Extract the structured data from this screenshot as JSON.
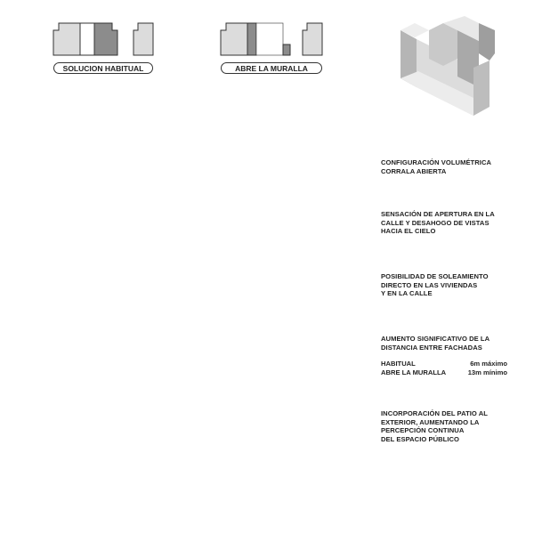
{
  "labels": {
    "habitual_pill": "SOLUCION HABITUAL",
    "muralla_pill": "ABRE LA MURALLA"
  },
  "captions": [
    {
      "lines": [
        "CONFIGURACIÓN VOLUMÉTRICA",
        "CORRALA ABIERTA"
      ]
    },
    {
      "lines": [
        "SENSACIÓN DE APERTURA EN LA",
        "CALLE Y DESAHOGO DE VISTAS",
        "HACIA EL CIELO"
      ]
    },
    {
      "lines": [
        "POSIBILIDAD DE SOLEAMIENTO",
        "DIRECTO EN LAS VIVIENDAS",
        "Y EN LA CALLE"
      ]
    },
    {
      "lines": [
        "AUMENTO SIGNIFICATIVO DE LA",
        "DISTANCIA ENTRE FACHADAS"
      ]
    },
    {
      "lines": [
        "INCORPORACIÓN DEL PATIO AL",
        "EXTERIOR, AUMENTANDO LA",
        "PERCEPCIÓN CONTINUA",
        "DEL ESPACIO PÚBLICO"
      ]
    }
  ],
  "distances": {
    "habitual": {
      "label": "HABITUAL",
      "value": "6m máximo"
    },
    "muralla": {
      "label": "ABRE LA MURALLA",
      "value": "13m mínimo"
    }
  },
  "colors": {
    "outline": "#333333",
    "light_grey": "#dcdcdc",
    "mid_grey": "#a9a9a9",
    "dark_grey": "#8c8c8c",
    "lime": "#99cc00",
    "pale_green": "#d6e6a8"
  }
}
